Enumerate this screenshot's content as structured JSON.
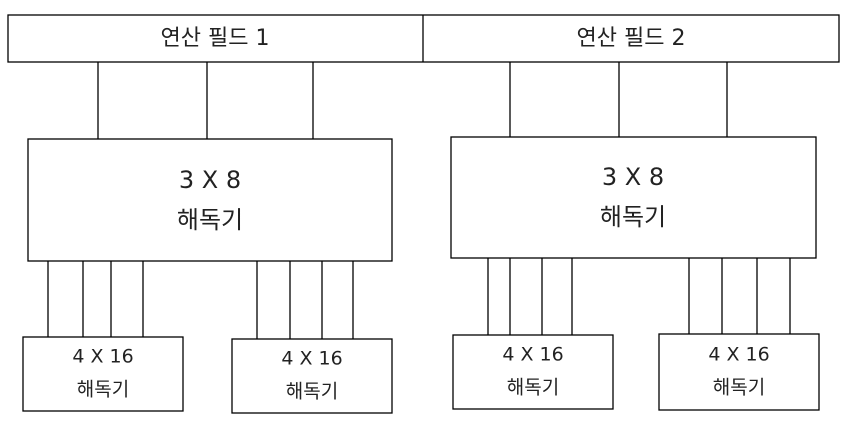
{
  "fields": [
    {
      "label": "연산  필드  1"
    },
    {
      "label": "연산  필드  2"
    }
  ],
  "decoders_3x8": [
    {
      "size": "3  X  8",
      "name": "해독기"
    },
    {
      "size": "3  X  8",
      "name": "해독기"
    }
  ],
  "decoders_4x16": [
    {
      "size": "4  X  16",
      "name": "해독기"
    },
    {
      "size": "4  X  16",
      "name": "해독기"
    },
    {
      "size": "4  X  16",
      "name": "해독기"
    },
    {
      "size": "4  X  16",
      "name": "해독기"
    }
  ]
}
